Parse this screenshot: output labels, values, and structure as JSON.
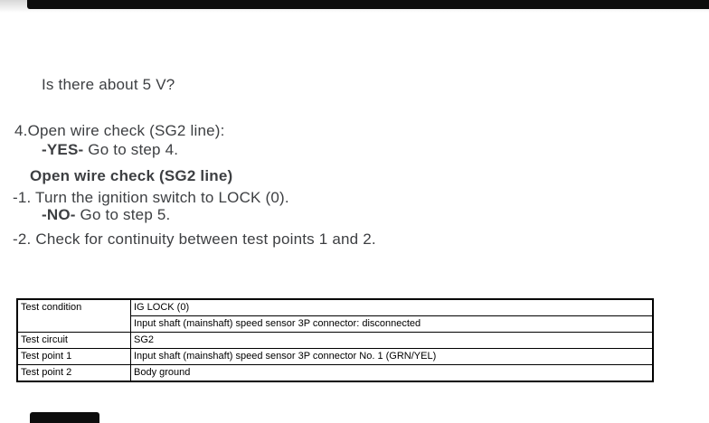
{
  "document": {
    "question": "Is there about 5 V?",
    "yes": {
      "label": "-YES-",
      "text": " Go to step 4."
    },
    "no": {
      "label": "-NO-",
      "text": " Go to step 5."
    },
    "step_heading": "4.Open wire check (SG2 line):",
    "procedure_title": "Open wire check (SG2 line)",
    "step_1": "-1. Turn the ignition switch to LOCK (0).",
    "step_2": "-2. Check for continuity between test points 1 and 2."
  },
  "test_table": {
    "rows": [
      {
        "label": "Test condition",
        "value": "IG LOCK (0)"
      },
      {
        "label": "",
        "value": "Input shaft (mainshaft) speed sensor 3P connector: disconnected"
      },
      {
        "label": "Test circuit",
        "value": "SG2"
      },
      {
        "label": "Test point 1",
        "value": "Input shaft (mainshaft) speed sensor 3P connector No. 1 (GRN/YEL)"
      },
      {
        "label": "Test point 2",
        "value": "Body ground"
      }
    ]
  },
  "colors": {
    "body_text": "#3d3f42",
    "table_text": "#000000",
    "edge_bar": "#0d0d0d",
    "top_shadow_start": "#d8d8d8"
  }
}
